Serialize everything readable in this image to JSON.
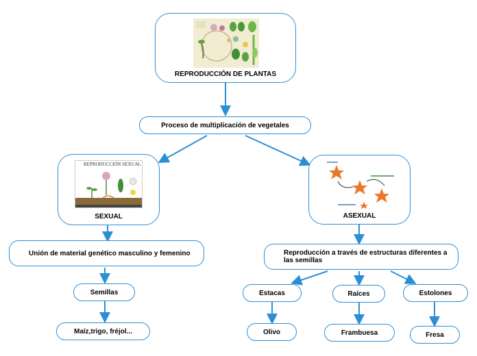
{
  "root": {
    "title": "REPRODUCCIÓN DE PLANTAS"
  },
  "process": "Proceso de multiplicación de vegetales",
  "sexual": {
    "title": "SEXUAL",
    "image_title": "REPRODUCCIÓN SEXUAL",
    "description": "Unión de material genético masculino y femenino",
    "child": "Semillas",
    "examples": "Maíz,trigo, fréjol..."
  },
  "asexual": {
    "title": "ASEXUAL",
    "description": "Reproducción a través de estructuras diferentes a las semillas",
    "methods": [
      {
        "label": "Estacas",
        "example": "Olivo"
      },
      {
        "label": "Raíces",
        "example": "Frambuesa"
      },
      {
        "label": "Estolones",
        "example": "Fresa"
      }
    ]
  },
  "colors": {
    "border": "#2b8fd6",
    "arrow": "#2b8fd6",
    "starfish": "#e8782a"
  }
}
